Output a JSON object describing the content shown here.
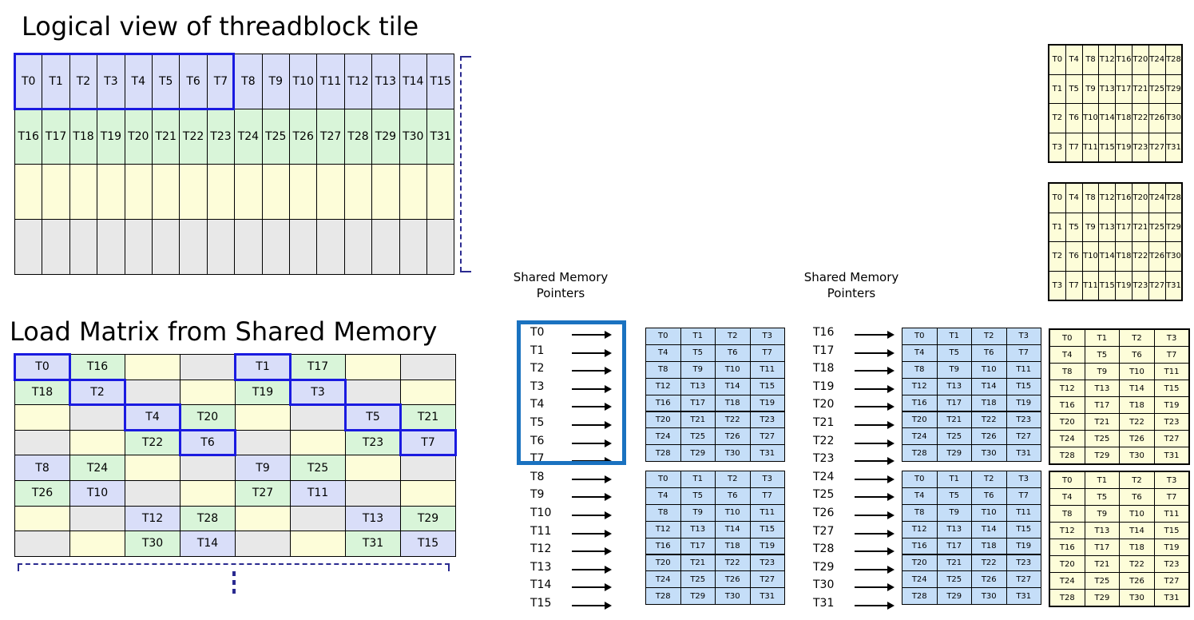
{
  "titles": {
    "logical_view": "Logical view of threadblock tile",
    "load_matrix": "Load Matrix from Shared Memory"
  },
  "labels": {
    "shared_memory_pointers": "Shared Memory\nPointers"
  },
  "colors": {
    "blue_fill": "#d9def9",
    "green_fill": "#d9f5d9",
    "yellow_fill": "#fdfdd9",
    "gray_fill": "#e8e8e8",
    "smem_blue": "#c5def8",
    "highlight_blue": "#1a1ae0",
    "frame_blue": "#1a72c0"
  },
  "logical_tile": {
    "columns": 16,
    "row0": [
      "T0",
      "T1",
      "T2",
      "T3",
      "T4",
      "T5",
      "T6",
      "T7",
      "T8",
      "T9",
      "T10",
      "T11",
      "T12",
      "T13",
      "T14",
      "T15"
    ],
    "row1": [
      "T16",
      "T17",
      "T18",
      "T19",
      "T20",
      "T21",
      "T22",
      "T23",
      "T24",
      "T25",
      "T26",
      "T27",
      "T28",
      "T29",
      "T30",
      "T31"
    ],
    "row2": [
      "",
      "",
      "",
      "",
      "",
      "",
      "",
      "",
      "",
      "",
      "",
      "",
      "",
      "",
      "",
      ""
    ],
    "row3": [
      "",
      "",
      "",
      "",
      "",
      "",
      "",
      "",
      "",
      "",
      "",
      "",
      "",
      "",
      "",
      ""
    ]
  },
  "load_matrix": {
    "rows": [
      [
        {
          "t": "T0",
          "c": "b"
        },
        {
          "t": "T16",
          "c": "g"
        },
        {
          "t": "",
          "c": "y"
        },
        {
          "t": "",
          "c": "e"
        },
        {
          "t": "T1",
          "c": "b"
        },
        {
          "t": "T17",
          "c": "g"
        },
        {
          "t": "",
          "c": "y"
        },
        {
          "t": "",
          "c": "e"
        }
      ],
      [
        {
          "t": "T18",
          "c": "g"
        },
        {
          "t": "T2",
          "c": "b"
        },
        {
          "t": "",
          "c": "e"
        },
        {
          "t": "",
          "c": "y"
        },
        {
          "t": "T19",
          "c": "g"
        },
        {
          "t": "T3",
          "c": "b"
        },
        {
          "t": "",
          "c": "e"
        },
        {
          "t": "",
          "c": "y"
        }
      ],
      [
        {
          "t": "",
          "c": "y"
        },
        {
          "t": "",
          "c": "e"
        },
        {
          "t": "T4",
          "c": "b"
        },
        {
          "t": "T20",
          "c": "g"
        },
        {
          "t": "",
          "c": "y"
        },
        {
          "t": "",
          "c": "e"
        },
        {
          "t": "T5",
          "c": "b"
        },
        {
          "t": "T21",
          "c": "g"
        }
      ],
      [
        {
          "t": "",
          "c": "e"
        },
        {
          "t": "",
          "c": "y"
        },
        {
          "t": "T22",
          "c": "g"
        },
        {
          "t": "T6",
          "c": "b"
        },
        {
          "t": "",
          "c": "e"
        },
        {
          "t": "",
          "c": "y"
        },
        {
          "t": "T23",
          "c": "g"
        },
        {
          "t": "T7",
          "c": "b"
        }
      ],
      [
        {
          "t": "T8",
          "c": "b"
        },
        {
          "t": "T24",
          "c": "g"
        },
        {
          "t": "",
          "c": "y"
        },
        {
          "t": "",
          "c": "e"
        },
        {
          "t": "T9",
          "c": "b"
        },
        {
          "t": "T25",
          "c": "g"
        },
        {
          "t": "",
          "c": "y"
        },
        {
          "t": "",
          "c": "e"
        }
      ],
      [
        {
          "t": "T26",
          "c": "g"
        },
        {
          "t": "T10",
          "c": "b"
        },
        {
          "t": "",
          "c": "e"
        },
        {
          "t": "",
          "c": "y"
        },
        {
          "t": "T27",
          "c": "g"
        },
        {
          "t": "T11",
          "c": "b"
        },
        {
          "t": "",
          "c": "e"
        },
        {
          "t": "",
          "c": "y"
        }
      ],
      [
        {
          "t": "",
          "c": "y"
        },
        {
          "t": "",
          "c": "e"
        },
        {
          "t": "T12",
          "c": "b"
        },
        {
          "t": "T28",
          "c": "g"
        },
        {
          "t": "",
          "c": "y"
        },
        {
          "t": "",
          "c": "e"
        },
        {
          "t": "T13",
          "c": "b"
        },
        {
          "t": "T29",
          "c": "g"
        }
      ],
      [
        {
          "t": "",
          "c": "e"
        },
        {
          "t": "",
          "c": "y"
        },
        {
          "t": "T30",
          "c": "g"
        },
        {
          "t": "T14",
          "c": "b"
        },
        {
          "t": "",
          "c": "e"
        },
        {
          "t": "",
          "c": "y"
        },
        {
          "t": "T31",
          "c": "g"
        },
        {
          "t": "T15",
          "c": "b"
        }
      ]
    ]
  },
  "pointers_left": [
    "T0",
    "T1",
    "T2",
    "T3",
    "T4",
    "T5",
    "T6",
    "T7",
    "T8",
    "T9",
    "T10",
    "T11",
    "T12",
    "T13",
    "T14",
    "T15"
  ],
  "pointers_right": [
    "T16",
    "T17",
    "T18",
    "T19",
    "T20",
    "T21",
    "T22",
    "T23",
    "T24",
    "T25",
    "T26",
    "T27",
    "T28",
    "T29",
    "T30",
    "T31"
  ],
  "smem_grid": [
    [
      "T0",
      "T1",
      "T2",
      "T3"
    ],
    [
      "T4",
      "T5",
      "T6",
      "T7"
    ],
    [
      "T8",
      "T9",
      "T10",
      "T11"
    ],
    [
      "T12",
      "T13",
      "T14",
      "T15"
    ],
    [
      "T16",
      "T17",
      "T18",
      "T19"
    ],
    [
      "T20",
      "T21",
      "T22",
      "T23"
    ],
    [
      "T24",
      "T25",
      "T26",
      "T27"
    ],
    [
      "T28",
      "T29",
      "T30",
      "T31"
    ]
  ],
  "transposed_grid": [
    [
      "T0",
      "T4",
      "T8",
      "T12",
      "T16",
      "T20",
      "T24",
      "T28"
    ],
    [
      "T1",
      "T5",
      "T9",
      "T13",
      "T17",
      "T21",
      "T25",
      "T29"
    ],
    [
      "T2",
      "T6",
      "T10",
      "T14",
      "T18",
      "T22",
      "T26",
      "T30"
    ],
    [
      "T3",
      "T7",
      "T11",
      "T15",
      "T19",
      "T23",
      "T27",
      "T31"
    ]
  ],
  "continuation_mark": "⋮"
}
